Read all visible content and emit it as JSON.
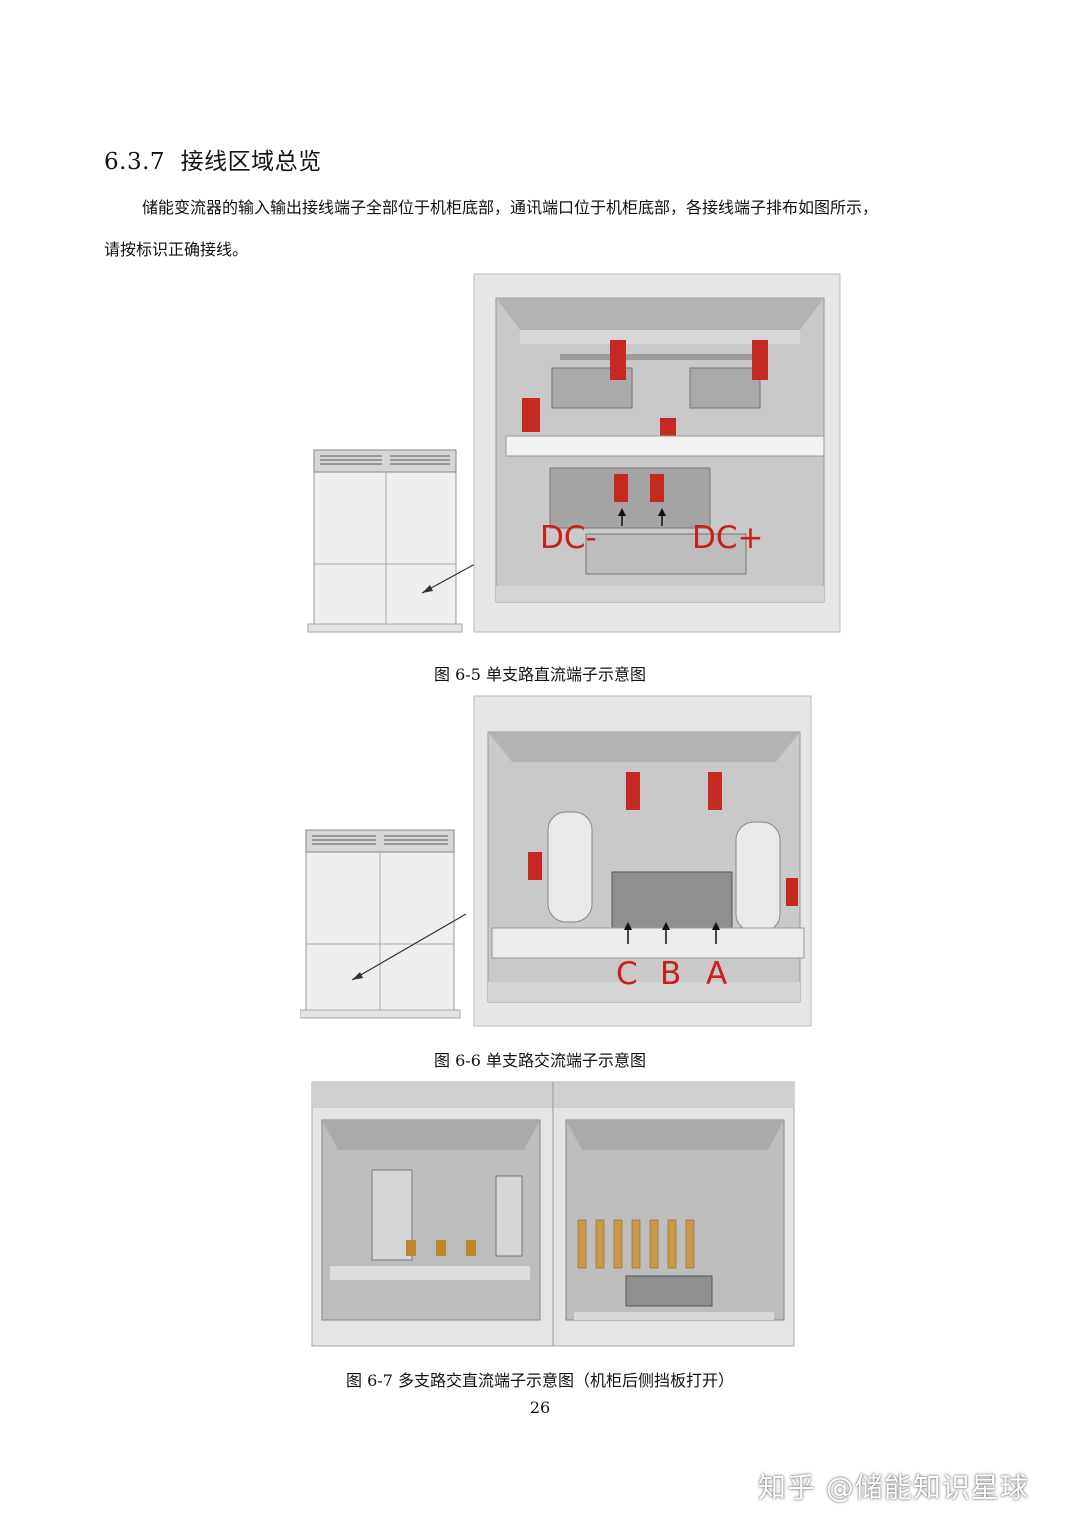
{
  "section": {
    "number": "6.3.7",
    "title": "接线区域总览"
  },
  "paragraph_1": "储能变流器的输入输出接线端子全部位于机柜底部，通讯端口位于机柜底部，各接线端子排布如图所示，",
  "paragraph_2": "请按标识正确接线。",
  "figures": [
    {
      "caption": "图 6-5  单支路直流端子示意图",
      "labels": [
        "DC-",
        "DC+"
      ]
    },
    {
      "caption": "图 6-6  单支路交流端子示意图",
      "labels": [
        "C",
        "B",
        "A"
      ]
    },
    {
      "caption": "图 6-7 多支路交直流端子示意图（机柜后侧挡板打开）"
    }
  ],
  "page_number": "26",
  "watermark": "知乎 @储能知识星球"
}
